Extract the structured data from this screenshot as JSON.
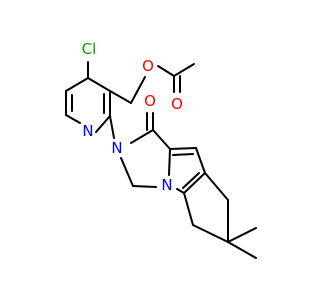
{
  "colors": {
    "bond": "#000000",
    "carbon": "#000000",
    "chlorine": "#00a000",
    "oxygen": "#ff0000",
    "nitrogen": "#0000ff",
    "background": "#ffffff"
  },
  "atoms": {
    "cl": "Cl",
    "o_ester": "O",
    "o_carbonyl_acetate": "O",
    "n_pyridine": "N",
    "n_amide": "N",
    "o_lactam": "O",
    "n_pyrrole": "N"
  }
}
